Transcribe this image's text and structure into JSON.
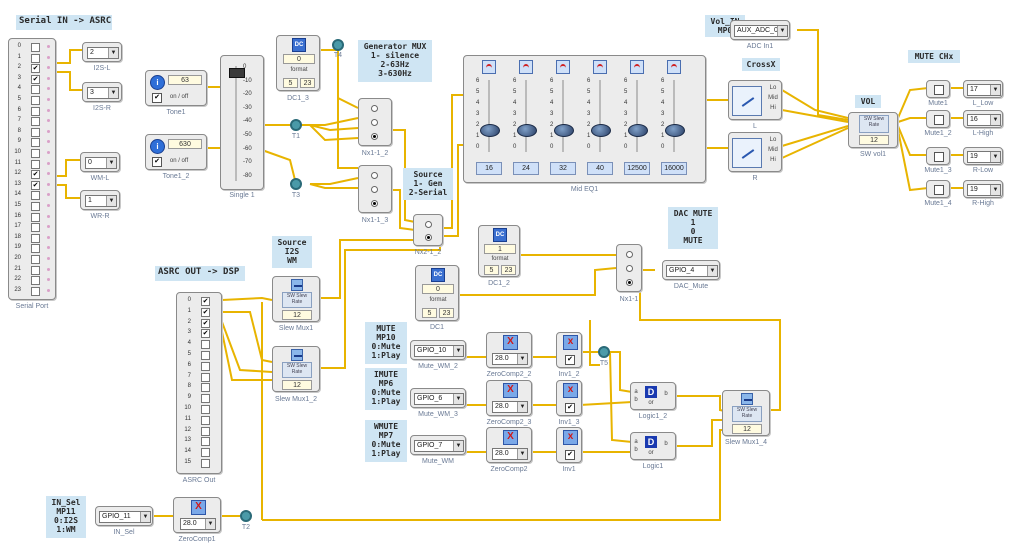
{
  "notes": {
    "serial_in": "Serial IN -> ASRC",
    "gen_mux": "Generator MUX\n1- silence\n2-63Hz\n3-630Hz",
    "vol_in": "Vol_IN\nMP0",
    "crossx": "CrossX",
    "mute_chx": "MUTE CHx",
    "source_gen": "Source\n1- Gen\n2-Serial",
    "dac_mute": "DAC MUTE\n1\n0\nMUTE",
    "source_i2s": "Source\nI2S\nWM",
    "asrc_out": "ASRC OUT -> DSP",
    "mute_mp10": "MUTE\nMP10\n0:Mute\n1:Play",
    "imute_mp6": "IMUTE\nMP6\n0:Mute\n1:Play",
    "wmute_mp7": "WMUTE\nMP7\n0:Mute\n1:Play",
    "in_sel": "IN_Sel\nMP11\n0:I2S\n1:WM"
  },
  "serial_port": {
    "label": "Serial Port",
    "rows": [
      "0",
      "1",
      "2",
      "3",
      "4",
      "5",
      "6",
      "7",
      "8",
      "9",
      "10",
      "11",
      "12",
      "13",
      "14",
      "15",
      "16",
      "17",
      "18",
      "19",
      "20",
      "21",
      "22",
      "23"
    ],
    "checked": [
      "2",
      "3",
      "12",
      "13"
    ]
  },
  "i2s_l": {
    "value": "2",
    "label": "I2S-L"
  },
  "i2s_r": {
    "value": "3",
    "label": "I2S-R"
  },
  "wm_l": {
    "value": "0",
    "label": "WM-L"
  },
  "wm_r": {
    "value": "1",
    "label": "WR-R"
  },
  "tone1": {
    "icon_text": "i",
    "value": "63",
    "toggle": "on / off",
    "label": "Tone1"
  },
  "tone1_2": {
    "icon_text": "i",
    "value": "630",
    "toggle": "on / off",
    "label": "Tone1_2"
  },
  "single1": {
    "label": "Single 1",
    "ticks": [
      "0",
      "-10",
      "-20",
      "-30",
      "-40",
      "-50",
      "-60",
      "-70",
      "-80"
    ]
  },
  "dc1_3": {
    "icon": "DC",
    "value": "0",
    "format": "format",
    "f1": "5",
    "f2": "23",
    "label": "DC1_3"
  },
  "t1": {
    "label": "T1"
  },
  "t3": {
    "label": "T3"
  },
  "t4": {
    "label": "T4"
  },
  "t5": {
    "label": "T5"
  },
  "t2": {
    "label": "T2"
  },
  "nx1_2": {
    "label": "Nx1-1_2"
  },
  "nx1_3": {
    "label": "Nx1-1_3"
  },
  "nx2_1_2": {
    "label": "Nx2-1_2"
  },
  "nx1_1": {
    "label": "Nx1-1"
  },
  "mid_eq": {
    "label": "Mid EQ1",
    "bands": [
      "16",
      "24",
      "32",
      "40",
      "12500",
      "16000"
    ],
    "ticks": [
      "6",
      "5",
      "4",
      "3",
      "2",
      "1",
      "0"
    ]
  },
  "adc_in": {
    "value": "AUX_ADC_0",
    "label": "ADC In1"
  },
  "crossover_l": {
    "label": "L",
    "lo": "Lo",
    "mid": "Mid",
    "hi": "Hi"
  },
  "crossover_r": {
    "label": "R",
    "lo": "Lo",
    "mid": "Mid",
    "hi": "Hi"
  },
  "sw_vol": {
    "title": "SW Slew\nRate",
    "value": "12",
    "label": "SW vol1"
  },
  "mutes": [
    {
      "label": "Mute1",
      "out": "17",
      "out_label": "L_Low"
    },
    {
      "label": "Mute1_2",
      "out": "16",
      "out_label": "L-High"
    },
    {
      "label": "Mute1_3",
      "out": "19",
      "out_label": "R-Low"
    },
    {
      "label": "Mute1_4",
      "out": "19",
      "out_label": "R-High"
    }
  ],
  "dc1_2": {
    "icon": "DC",
    "value": "1",
    "format": "format",
    "f1": "5",
    "f2": "23",
    "label": "DC1_2"
  },
  "dc1": {
    "icon": "DC",
    "value": "0",
    "format": "format",
    "f1": "5",
    "f2": "23",
    "label": "DC1"
  },
  "dac_mute_gpio": {
    "value": "GPIO_4",
    "label": "DAC_Mute"
  },
  "asrc_block": {
    "label": "ASRC Out",
    "rows": [
      "0",
      "1",
      "2",
      "3",
      "4",
      "5",
      "6",
      "7",
      "8",
      "9",
      "10",
      "11",
      "12",
      "13",
      "14",
      "15"
    ],
    "checked": [
      "0",
      "1",
      "2",
      "3"
    ]
  },
  "slew_mux1": {
    "title": "SW Slew\nRate",
    "value": "12",
    "label": "Slew Mux1"
  },
  "slew_mux1_2": {
    "title": "SW Slew\nRate",
    "value": "12",
    "label": "Slew Mux1_2"
  },
  "slew_mux1_4": {
    "title": "SW Slew\nRate",
    "value": "12",
    "label": "Slew Mux1_4"
  },
  "mute_wm_2": {
    "value": "GPIO_10",
    "label": "Mute_WM_2"
  },
  "mute_wm_3": {
    "value": "GPIO_6",
    "label": "Mute_WM_3"
  },
  "mute_wm": {
    "value": "GPIO_7",
    "label": "Mute_WM"
  },
  "zerocomp2_2": {
    "value": "28.0",
    "label": "ZeroComp2_2"
  },
  "zerocomp2_3": {
    "value": "28.0",
    "label": "ZeroComp2_3"
  },
  "zerocomp2": {
    "value": "28.0",
    "label": "ZeroComp2"
  },
  "zerocomp1": {
    "value": "28.0",
    "label": "ZeroComp1"
  },
  "inv1_2": {
    "label": "Inv1_2"
  },
  "inv1_3": {
    "label": "Inv1_3"
  },
  "inv1": {
    "label": "Inv1"
  },
  "logic1_2": {
    "a": "a",
    "b": "b",
    "op": "or",
    "out": "b",
    "label": "Logic1_2"
  },
  "logic1": {
    "a": "a",
    "b": "b",
    "op": "or",
    "out": "b",
    "label": "Logic1"
  },
  "in_sel_gpio": {
    "value": "GPIO_11",
    "label": "IN_Sel"
  },
  "colors": {
    "wire": "#e8b400",
    "note_bg": "#cfe5f3",
    "pin_blue": "#2050c8",
    "pin_green": "#1f9a3a"
  }
}
